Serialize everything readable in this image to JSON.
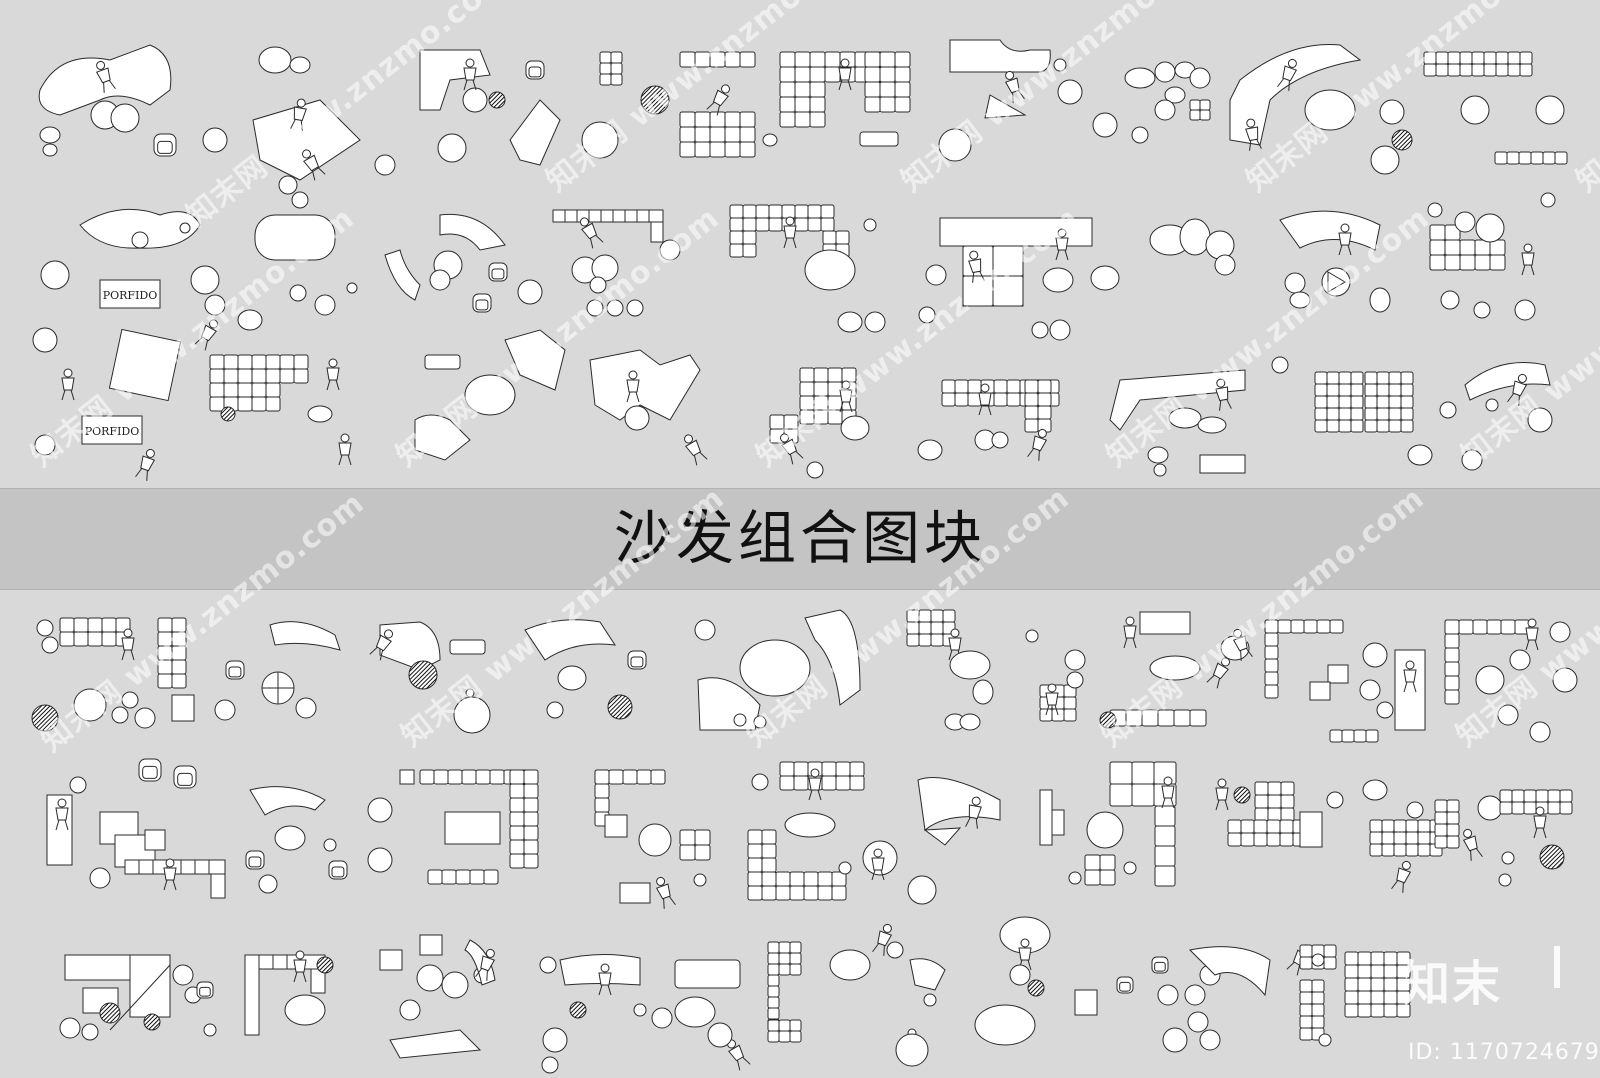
{
  "title": "沙发组合图块",
  "labels": {
    "brand_tag_1": "PORFIDO",
    "brand_tag_2": "PORFIDO"
  },
  "watermark": {
    "site": "www.znzmo.com",
    "cn": "知末网"
  },
  "logo": {
    "text": "知末"
  },
  "id_text": "ID: 1170724679",
  "colors": {
    "background": "#d9d9d9",
    "band": "#c4c4c4",
    "line": "#2a2a2a",
    "fill": "#ffffff"
  }
}
